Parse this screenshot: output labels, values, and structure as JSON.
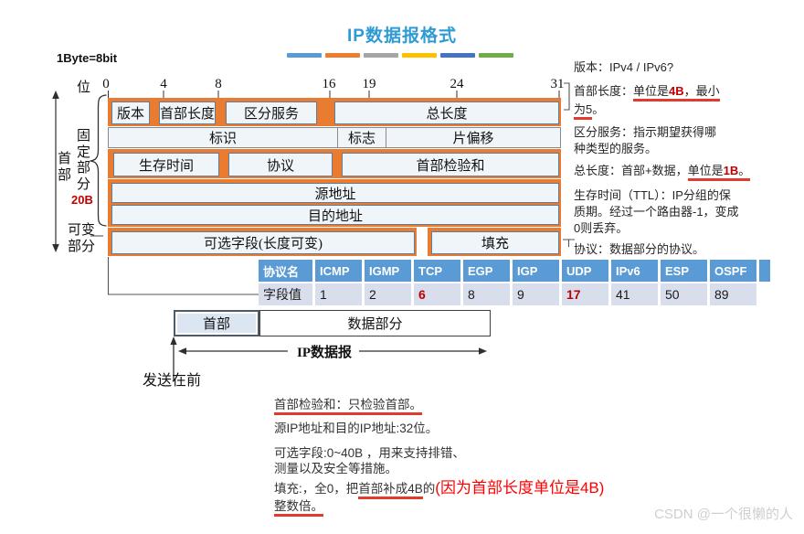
{
  "title": "IP数据报格式",
  "byte_note": "1Byte=8bit",
  "decor_dashes": [
    "#5B9BD5",
    "#ED7D31",
    "#A5A5A5",
    "#FFC000",
    "#4472C4",
    "#70AD47"
  ],
  "bit_scale": {
    "label": "位",
    "ticks": [
      "0",
      "4",
      "8",
      "16",
      "19",
      "24",
      "31"
    ]
  },
  "left_labels": {
    "header": "首部",
    "fixed_part": "固定部分",
    "fixed_size": "20B",
    "variable_part": "可变部分"
  },
  "ip_header": {
    "row1": {
      "version": "版本",
      "ihl": "首部长度",
      "dscp": "区分服务",
      "total_length": "总长度"
    },
    "row2": {
      "identification": "标识",
      "flags": "标志",
      "fragment_offset": "片偏移"
    },
    "row3": {
      "ttl": "生存时间",
      "protocol": "协议",
      "header_checksum": "首部检验和"
    },
    "row4": {
      "source_address": "源地址",
      "destination_address": "目的地址"
    },
    "row5": {
      "options": "可选字段(长度可变)",
      "padding": "填充"
    }
  },
  "right_notes": {
    "version": "版本：IPv4 / IPv6?",
    "ihl_prefix": "首部长度：",
    "ihl_u1a": "单位是",
    "ihl_u1b": "4B",
    "ihl_u1c": "，最小",
    "ihl_u2": "为5",
    "ihl_tail": "。",
    "dscp_line1": "区分服务：指示期望获得哪",
    "dscp_line2": "种类型的服务。",
    "total_prefix": "总长度：首部+数据，",
    "total_u1": "单位是",
    "total_u2": "1B",
    "total_u3": "。",
    "ttl_line1": "生存时间（TTL）：IP分组的保",
    "ttl_line2": "质期。经过一个路由器-1，变成",
    "ttl_line3": "0则丢弃。",
    "protocol": "协议：数据部分的协议。"
  },
  "protocol_table": {
    "header": [
      "协议名",
      "ICMP",
      "IGMP",
      "TCP",
      "EGP",
      "IGP",
      "UDP",
      "IPv6",
      "ESP",
      "OSPF"
    ],
    "values": [
      "字段值",
      "1",
      "2",
      "6",
      "8",
      "9",
      "17",
      "41",
      "50",
      "89"
    ]
  },
  "packet_strip": {
    "header": "首部",
    "data_part": "数据部分",
    "datagram_label": "IP数据报",
    "send_first": "发送在前"
  },
  "bottom_notes": {
    "checksum_u": "首部检验和：只检验首部。",
    "addresses": "源IP地址和目的IP地址:32位。",
    "options_line1": "可选字段:0~40B ，用来支持排错、",
    "options_line2": "测量以及安全等措施。",
    "padding_p1": "填充:，全0，把",
    "padding_u": "首部补成4B",
    "padding_p2": "的",
    "padding_red": "(因为首部长度单位是4B)",
    "padding_last_u": "整数倍。"
  },
  "watermark": "CSDN @一个很懒的人",
  "colors": {
    "accent_orange": "#E97C30",
    "title_blue": "#2E9BD5",
    "table_header_blue": "#5B9BD5",
    "table_row_fill": "#D8DEEC",
    "cell_fill": "#F0F5FA",
    "highlight_red": "#C00000",
    "underline_red": "#E23B2D"
  }
}
